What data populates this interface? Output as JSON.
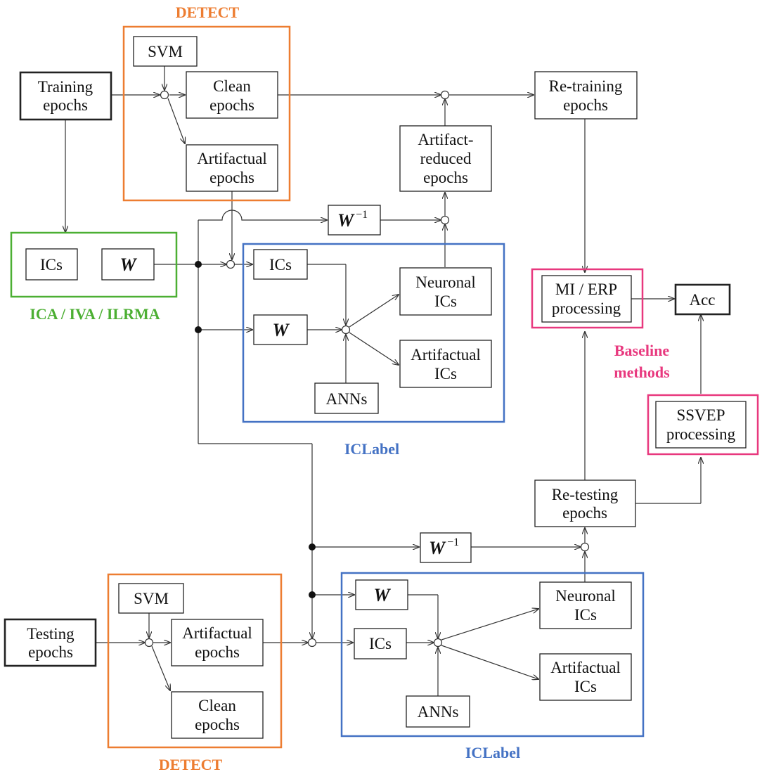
{
  "colors": {
    "detect": "#ED7D31",
    "ica": "#4CAF33",
    "iclabel": "#4472C4",
    "baseline": "#E8387E"
  },
  "labels": {
    "detect": "DETECT",
    "ica": "ICA / IVA / ILRMA",
    "iclabel": "ICLabel",
    "baseline_line1": "Baseline",
    "baseline_line2": "methods"
  },
  "boxes": {
    "training_epochs": [
      "Training",
      "epochs"
    ],
    "testing_epochs": [
      "Testing",
      "epochs"
    ],
    "svm": "SVM",
    "clean_epochs": [
      "Clean",
      "epochs"
    ],
    "artifactual_epochs": [
      "Artifactual",
      "epochs"
    ],
    "ics": "ICs",
    "w": "W",
    "w_inv": "W",
    "w_inv_exp": "−1",
    "anns": "ANNs",
    "neuronal_ics": [
      "Neuronal",
      "ICs"
    ],
    "artifactual_ics": [
      "Artifactual",
      "ICs"
    ],
    "artifact_reduced_epochs": [
      "Artifact-",
      "reduced",
      "epochs"
    ],
    "retraining_epochs": [
      "Re-training",
      "epochs"
    ],
    "retesting_epochs": [
      "Re-testing",
      "epochs"
    ],
    "mi_erp_processing": [
      "MI / ERP",
      "processing"
    ],
    "ssvep_processing": [
      "SSVEP",
      "processing"
    ],
    "acc": "Acc"
  }
}
